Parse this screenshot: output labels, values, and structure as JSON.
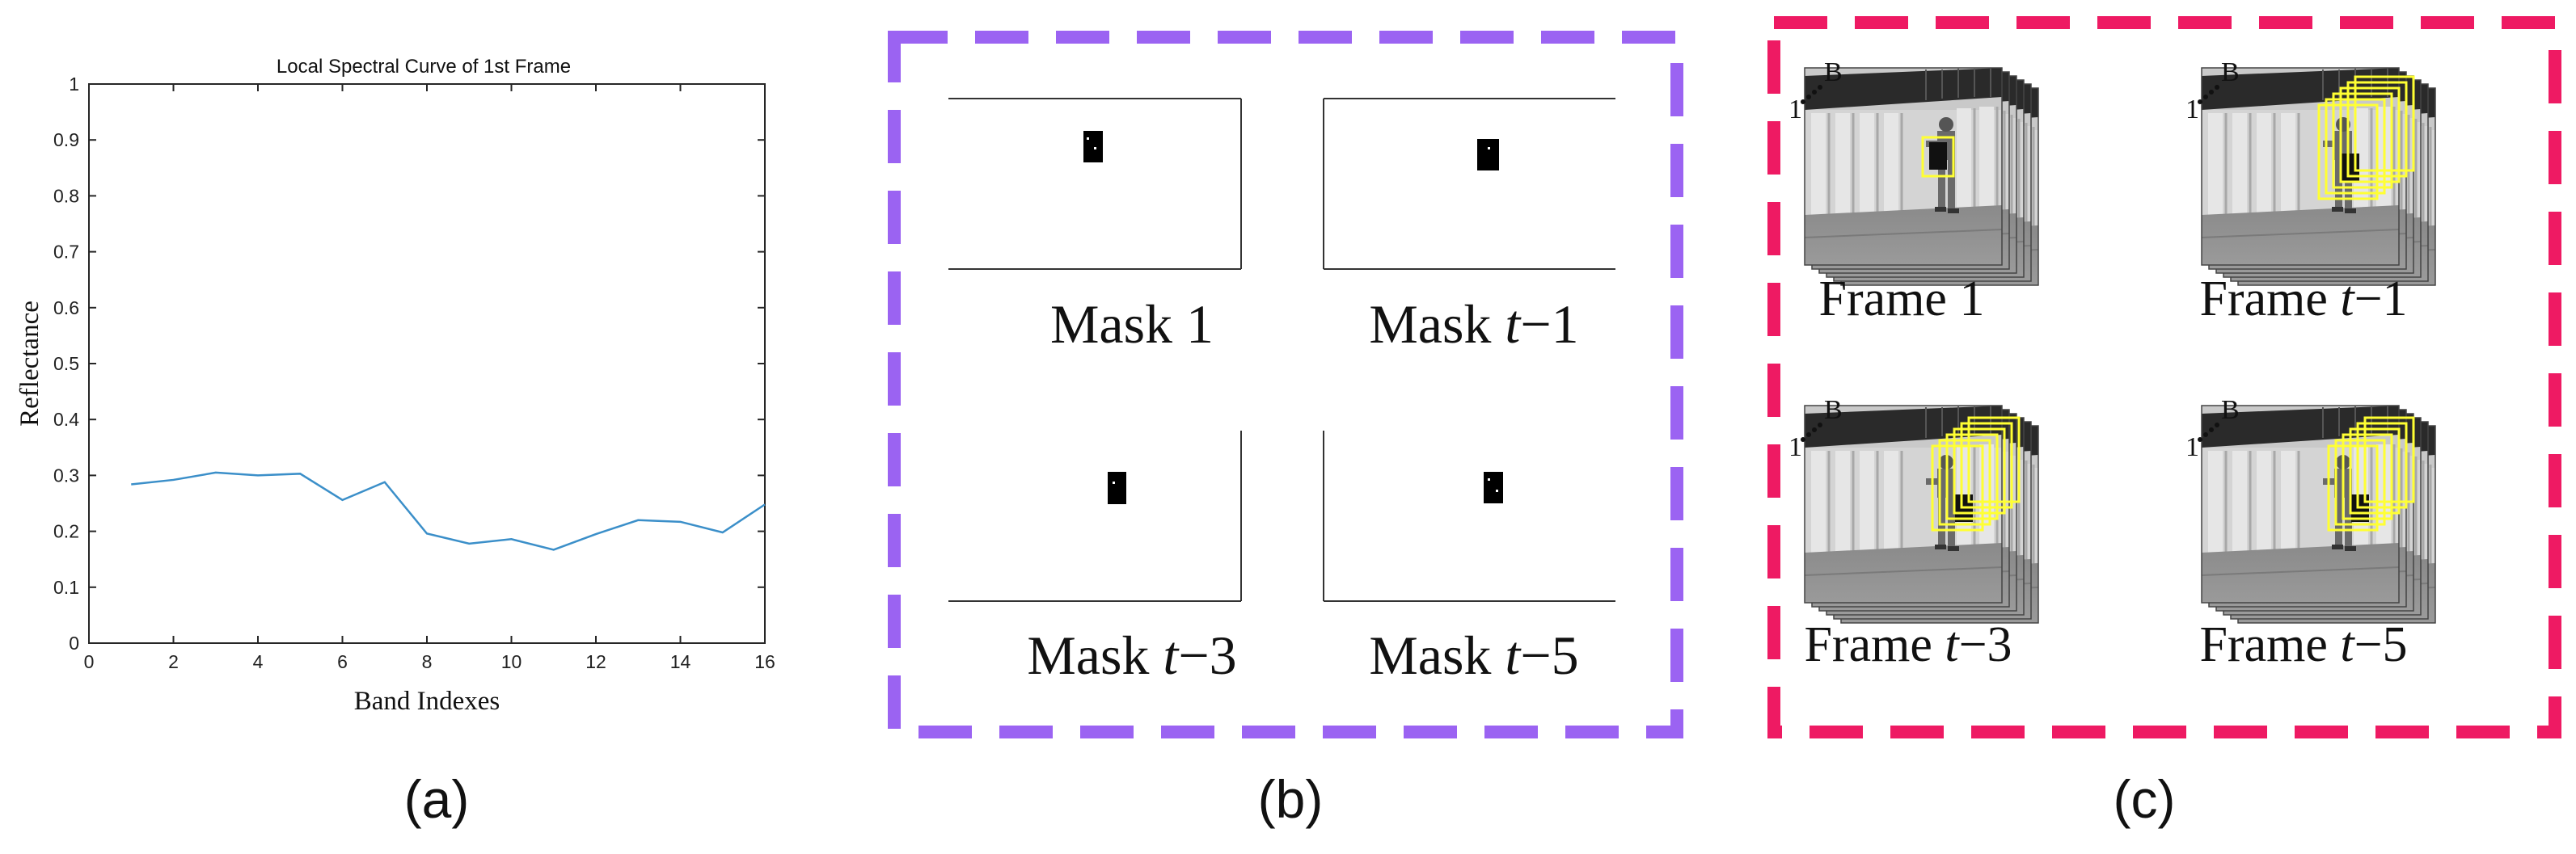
{
  "panel_a": {
    "chart_data": {
      "type": "line",
      "title": "Local Spectral Curve of 1st Frame",
      "xlabel": "Band Indexes",
      "ylabel": "Reflectance",
      "xlim": [
        0,
        16
      ],
      "ylim": [
        0,
        1
      ],
      "x_ticks": [
        "0",
        "2",
        "4",
        "6",
        "8",
        "10",
        "12",
        "14",
        "16"
      ],
      "y_ticks": [
        "0",
        "0.1",
        "0.2",
        "0.3",
        "0.4",
        "0.5",
        "0.6",
        "0.7",
        "0.8",
        "0.9",
        "1"
      ],
      "grid": false,
      "series": [
        {
          "color": "#3b8fc9",
          "x": [
            1,
            2,
            3,
            4,
            5,
            6,
            7,
            8,
            9,
            10,
            11,
            12,
            13,
            14,
            15,
            16
          ],
          "y": [
            0.284,
            0.292,
            0.305,
            0.3,
            0.303,
            0.256,
            0.288,
            0.196,
            0.178,
            0.186,
            0.167,
            0.195,
            0.22,
            0.217,
            0.198,
            0.248
          ]
        }
      ]
    },
    "caption": "(a)"
  },
  "panel_b": {
    "border_color": "#9b63f2",
    "masks": [
      {
        "prefix": "Mask ",
        "var": "",
        "suffix": "1"
      },
      {
        "prefix": "Mask ",
        "var": "t",
        "suffix": "−1"
      },
      {
        "prefix": "Mask ",
        "var": "t",
        "suffix": "−3"
      },
      {
        "prefix": "Mask ",
        "var": "t",
        "suffix": "−5"
      }
    ],
    "caption": "(b)"
  },
  "panel_c": {
    "border_color": "#ee1a63",
    "box_color": "#ffff33",
    "stack_labels": {
      "first": "1",
      "last": "B"
    },
    "frames": [
      {
        "prefix": "Frame ",
        "var": "",
        "suffix": "1"
      },
      {
        "prefix": "Frame ",
        "var": "t",
        "suffix": "−1"
      },
      {
        "prefix": "Frame ",
        "var": "t",
        "suffix": "−3"
      },
      {
        "prefix": "Frame ",
        "var": "t",
        "suffix": "−5"
      }
    ],
    "caption": "(c)"
  }
}
